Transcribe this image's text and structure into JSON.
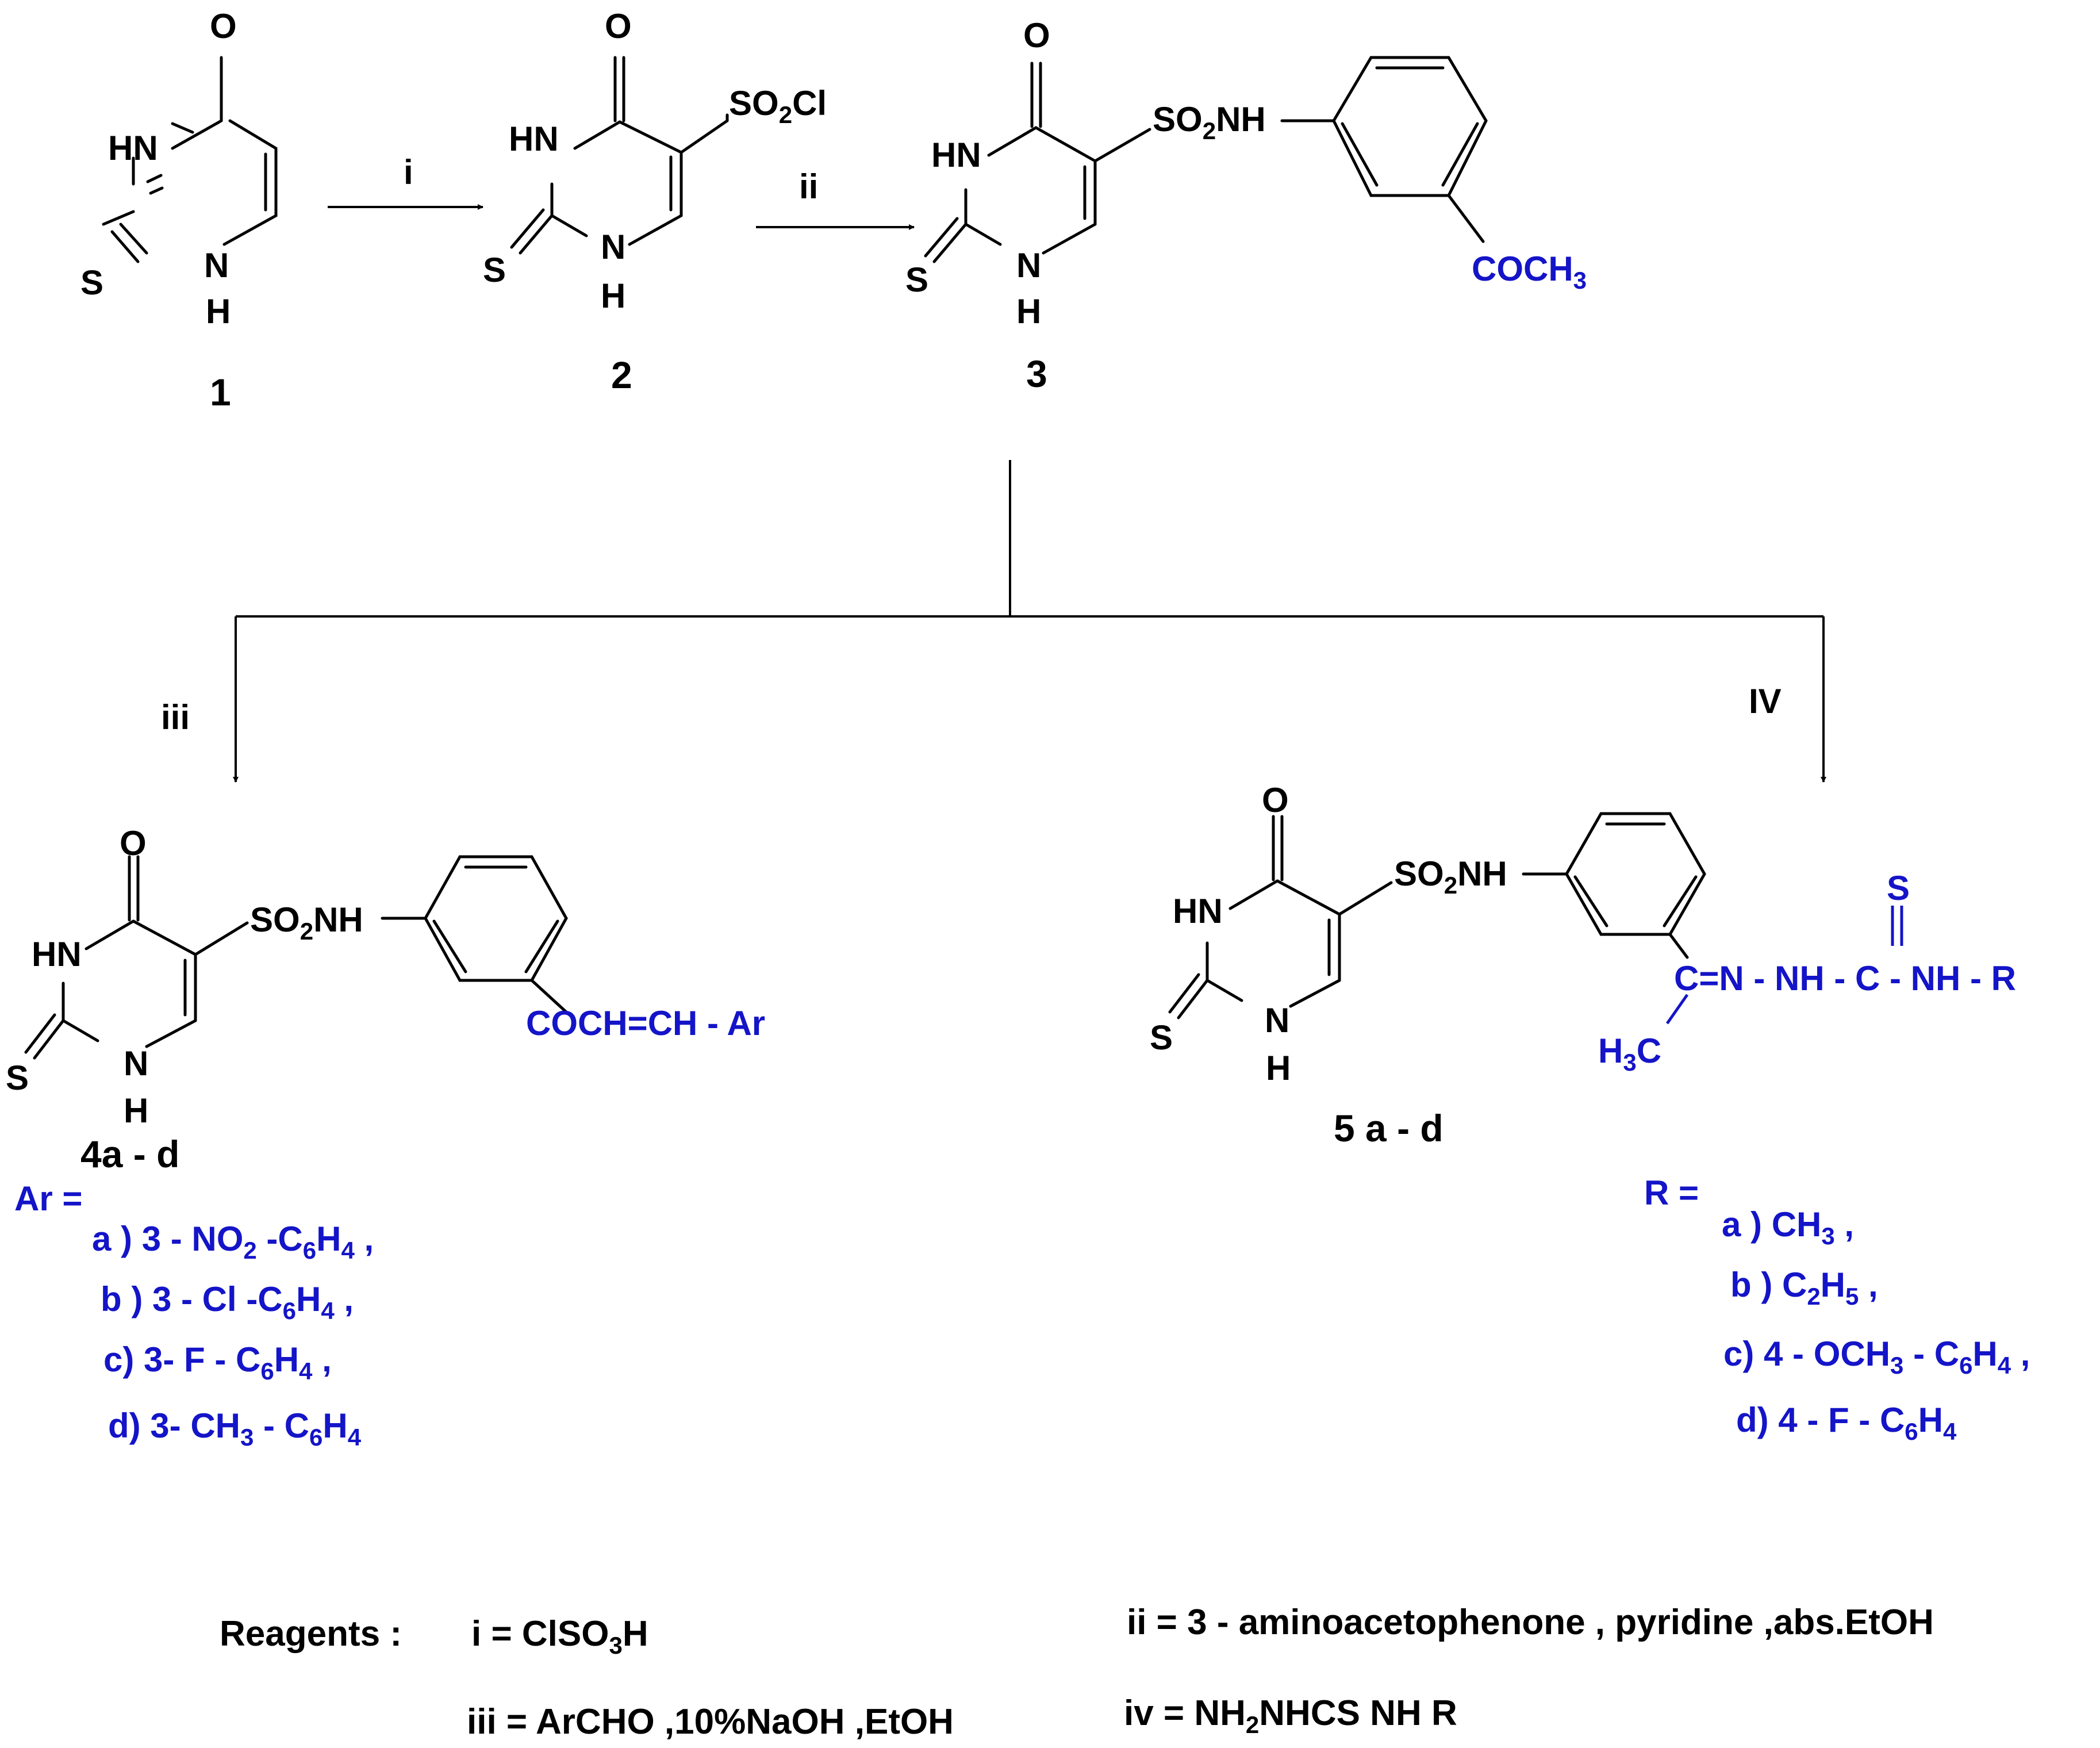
{
  "compounds": {
    "c1": {
      "number": "1"
    },
    "c2": {
      "number": "2",
      "substituent": "SO2Cl"
    },
    "c3": {
      "number": "3",
      "substituent": "SO2NH",
      "tail": "COCH3"
    },
    "c4": {
      "number": "4a - d",
      "tail": "COCH=CH - Ar"
    },
    "c5": {
      "number": "5 a - d",
      "tail_c": "C",
      "tail_chain": "=N - NH - C - NH - R",
      "tail_s": "S",
      "tail_methyl": "H3C"
    }
  },
  "atoms": {
    "O": "O",
    "HN": "HN",
    "N": "N",
    "H": "H",
    "S": "S"
  },
  "steps": {
    "s1": "i",
    "s2": "ii",
    "s3": "iii",
    "s4": "IV"
  },
  "ar_list": {
    "heading": "Ar =",
    "items": [
      "a ) 3 - NO2 -C6H4 ,",
      "b ) 3 - Cl -C6H4 ,",
      "c) 3- F - C6H4 ,",
      "d) 3- CH3 - C6H4"
    ]
  },
  "r_list": {
    "heading": "R =",
    "items": [
      "a ) CH3 ,",
      "b ) C2H5 ,",
      "c) 4 - OCH3 - C6H4 ,",
      "d) 4 - F - C6H4"
    ]
  },
  "reagents": {
    "label": "Reagents :",
    "i": "i = ClSO3H",
    "ii": "ii = 3 - aminoacetophenone , pyridine ,abs.EtOH",
    "iii": "iii = ArCHO ,10%NaOH ,EtOH",
    "iv": "iv = NH2NHCS NH R"
  },
  "colors": {
    "blue": "#1414c8",
    "black": "#000000"
  }
}
